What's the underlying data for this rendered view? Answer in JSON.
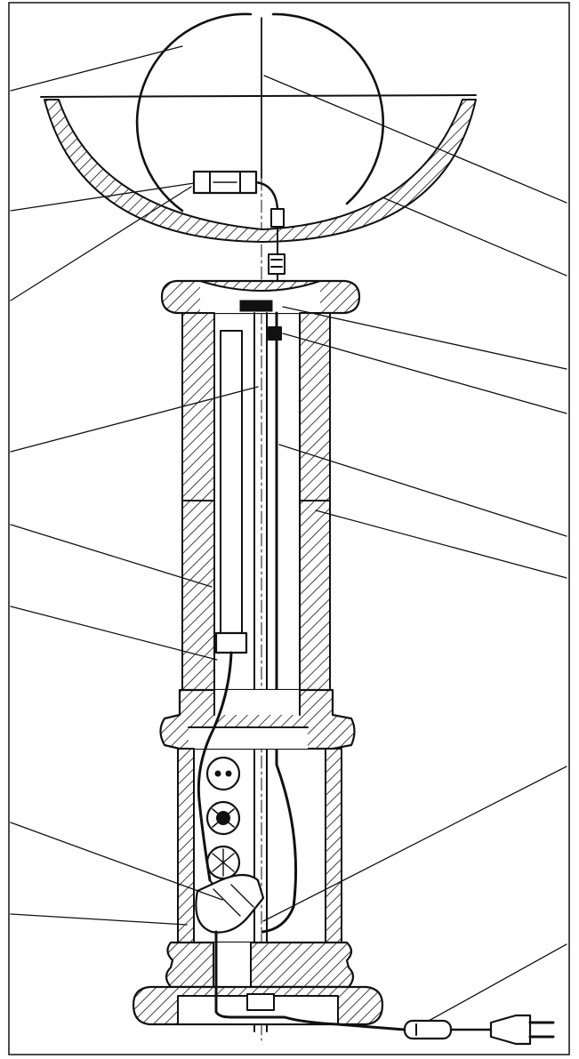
{
  "diagram": {
    "ink_color": "#111111",
    "background_color": "#ffffff",
    "labels": [],
    "parts": [
      "glass-globe",
      "central-rod",
      "lamp-holder",
      "bowl-shade",
      "cable-connector",
      "top-capital",
      "fastening-nut",
      "wooden-column",
      "fluorescent-tube",
      "tube-holder",
      "middle-ring",
      "socket-compartment",
      "power-socket-top",
      "power-socket-middle",
      "power-socket-bottom",
      "junction-box",
      "base-plinth",
      "inline-switch",
      "mains-plug"
    ],
    "leader_count": 17
  }
}
